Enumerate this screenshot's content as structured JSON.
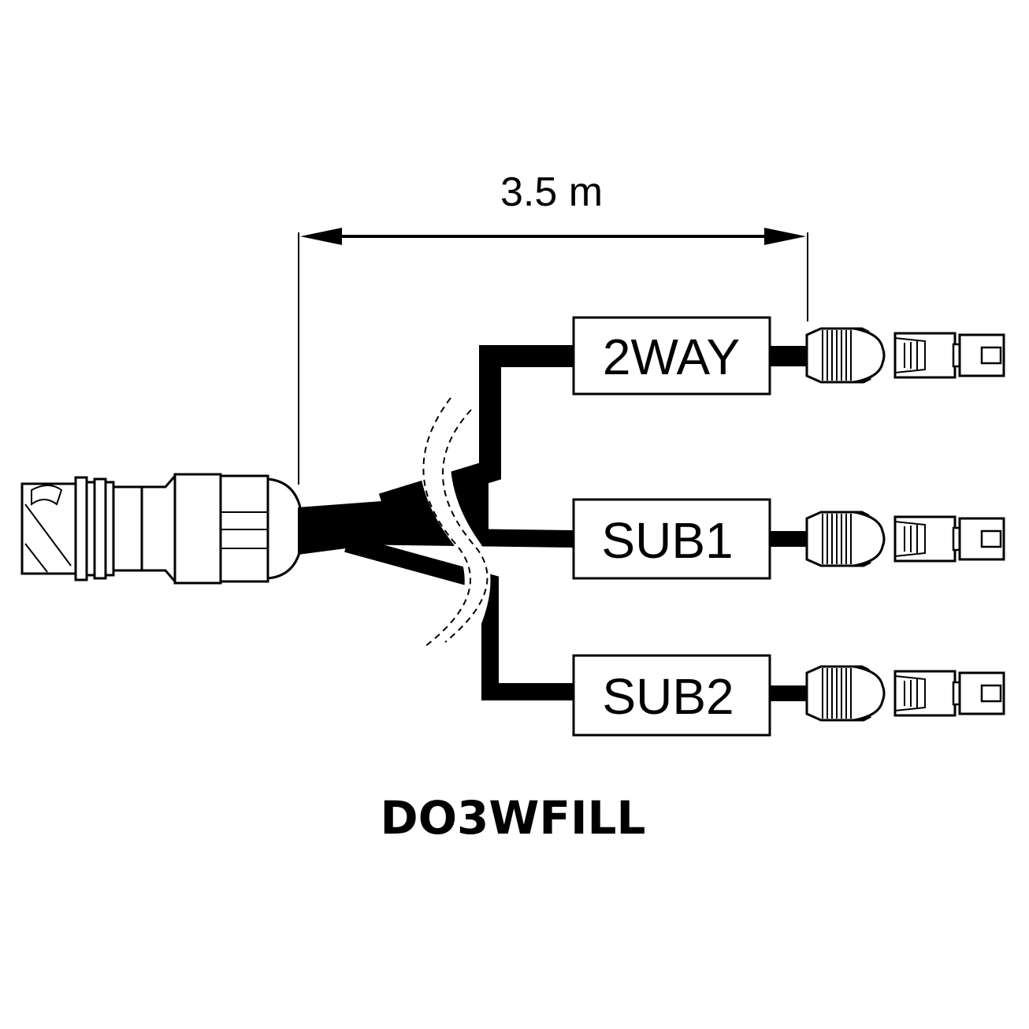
{
  "dimension": {
    "label": "3.5 m"
  },
  "outputs": [
    {
      "label": "2WAY"
    },
    {
      "label": "SUB1"
    },
    {
      "label": "SUB2"
    }
  ],
  "model": {
    "name": "DO3WFILL"
  },
  "colors": {
    "ink": "#000000",
    "paper": "#ffffff"
  },
  "icons": [
    "multipin-connector-icon",
    "rj45-plug-icon",
    "cable-break-icon",
    "dimension-arrow-icon"
  ]
}
